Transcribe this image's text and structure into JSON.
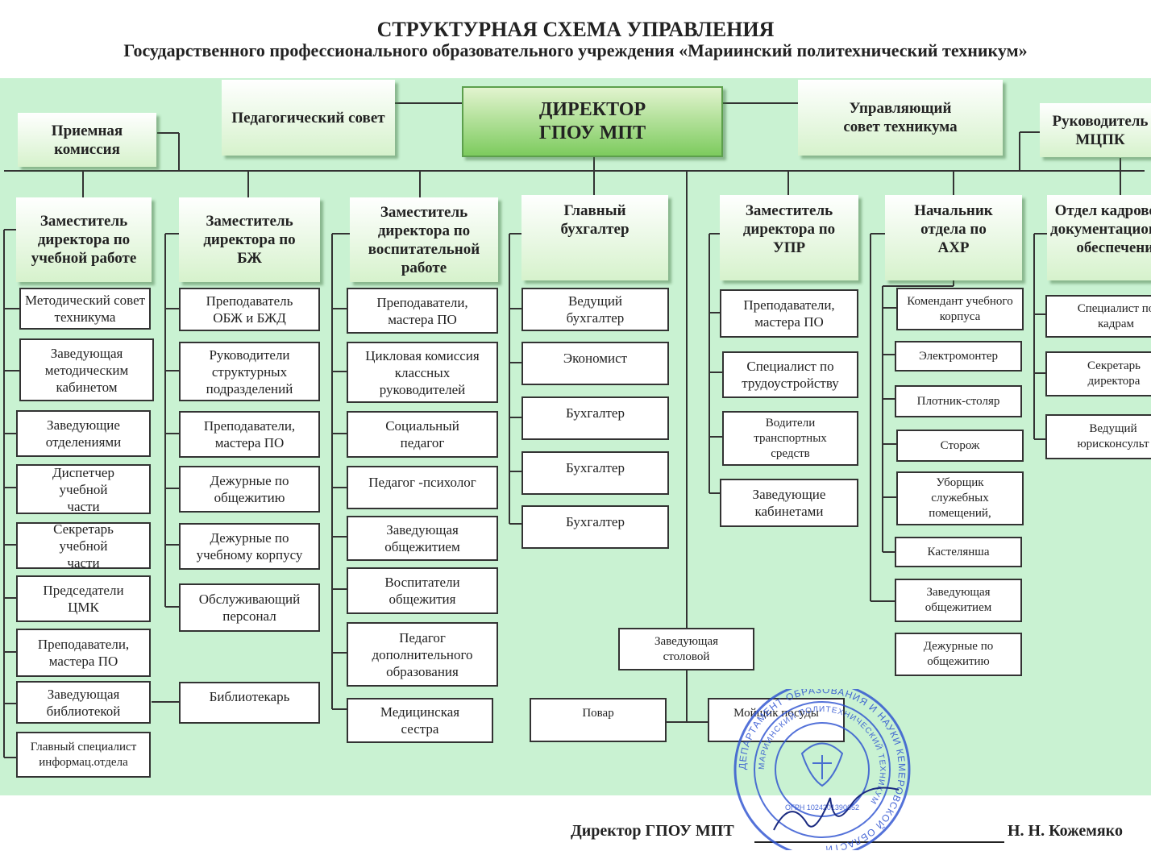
{
  "title": {
    "line1": "СТРУКТУРНАЯ СХЕМА УПРАВЛЕНИЯ",
    "line2": "Государственного профессионального образовательного учреждения «Мариинский политехнический техникум»"
  },
  "top": {
    "director": "ДИРЕКТОР ГПОУ МПТ",
    "ped_council": "Педагогический совет",
    "mgmt_council": "Управляющий совет техникума",
    "admission": "Приемная комиссия",
    "mccq_head": "Руководитель МЦПК"
  },
  "columns": [
    {
      "header": "Заместитель директора по учебной работе",
      "items": [
        "Методический совет техникума",
        "Заведующая методическим кабинетом",
        "Заведующие отделениями",
        "Диспетчер учебной части",
        "Секретарь учебной части",
        "Председатели ЦМК",
        "Преподаватели, мастера ПО",
        "Заведующая библиотекой",
        "Главный специалист информац.отдела"
      ]
    },
    {
      "header": "Заместитель директора по БЖ",
      "items": [
        "Преподаватель ОБЖ и БЖД",
        "Руководители структурных подразделений",
        "Преподаватели, мастера ПО",
        "Дежурные по общежитию",
        "Дежурные по учебному корпусу",
        "Обслуживающий персонал",
        "Библиотекарь"
      ]
    },
    {
      "header": "Заместитель директора по воспитательной работе",
      "items": [
        "Преподаватели, мастера ПО",
        "Цикловая комиссия классных руководителей",
        "Социальный педагог",
        "Педагог -психолог",
        "Заведующая общежитием",
        "Воспитатели общежития",
        "Педагог дополнительного образования",
        "Медицинская сестра"
      ]
    },
    {
      "header": "Главный бухгалтер",
      "items": [
        "Ведущий бухгалтер",
        "Экономист",
        "Бухгалтер",
        "Бухгалтер",
        "Бухгалтер"
      ]
    },
    {
      "header": "Заместитель директора по УПР",
      "items": [
        "Преподаватели, мастера ПО",
        "Специалист по трудоустройству",
        "Водители транспортных средств",
        "Заведующие кабинетами"
      ]
    },
    {
      "header": "Начальник отдела по АХР",
      "items": [
        "Комендант учебного корпуса",
        "Электромонтер",
        "Плотник-столяр",
        "Сторож",
        "Уборщик служебных помещений,",
        "Кастелянша",
        "Заведующая общежитием",
        "Дежурные по общежитию"
      ]
    },
    {
      "header": "Отдел кадрового и документационного обеспечения",
      "items": [
        "Специалист по кадрам",
        "Секретарь директора",
        "Ведущий юрисконсульт"
      ]
    }
  ],
  "canteen": {
    "head": "Заведующая столовой",
    "cook": "Повар",
    "washer": "Мойщик посуды"
  },
  "footer": {
    "label": "Директор ГПОУ МПТ",
    "name": "Н. Н. Кожемяко"
  },
  "stamp": {
    "outer_text": "ДЕПАРТАМЕНТ ОБРАЗОВАНИЯ И НАУКИ КЕМЕРОВСКОЙ ОБЛАСТИ",
    "inner_text": "МАРИИНСКИЙ ПОЛИТЕХНИЧЕСКИЙ ТЕХНИКУМ",
    "ogrn": "ОГРН 1024201390652"
  },
  "colors": {
    "panel": "#c9f2d2",
    "stamp": "#2a4fd0"
  }
}
